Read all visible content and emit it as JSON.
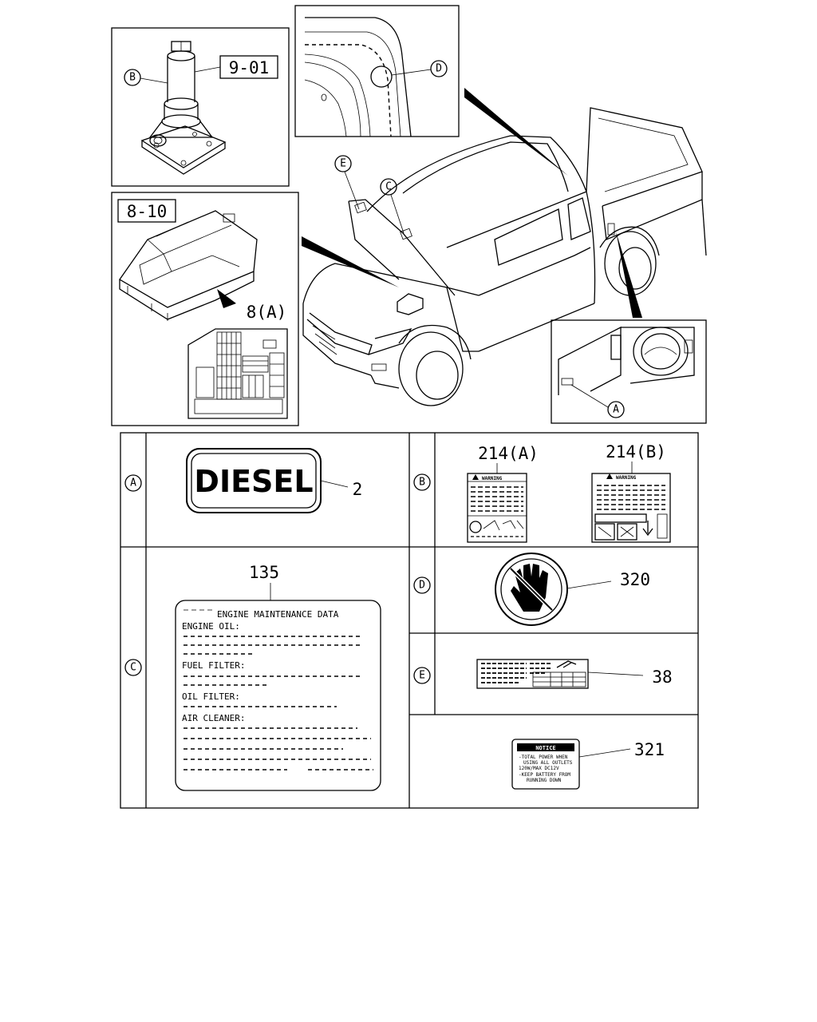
{
  "callouts": {
    "part_9_01": "9-01",
    "part_8_10": "8-10",
    "part_8_a": "8(A)",
    "circle_a": "A",
    "circle_b": "B",
    "circle_c": "C",
    "circle_d": "D",
    "circle_e": "E"
  },
  "table": {
    "row_a": {
      "key": "A",
      "label_text": "DIESEL",
      "part_number": "2"
    },
    "row_b": {
      "key": "B",
      "part_a": "214(A)",
      "part_b": "214(B)",
      "warning_text": "WARNING"
    },
    "row_c": {
      "key": "C",
      "part_number": "135",
      "title": "ENGINE MAINTENANCE DATA",
      "lines": [
        "ENGINE OIL:",
        "FUEL FILTER:",
        "OIL FILTER:",
        "AIR CLEANER:"
      ]
    },
    "row_d": {
      "key": "D",
      "part_number": "320"
    },
    "row_e": {
      "key": "E",
      "part_number": "38"
    },
    "row_f": {
      "part_number": "321",
      "notice_title": "NOTICE",
      "notice_lines": [
        "-TOTAL POWER WHEN",
        "USING ALL OUTLETS",
        "120W/MAX DC12V",
        "-KEEP BATTERY FROM",
        "RUNNING DOWN"
      ]
    }
  }
}
